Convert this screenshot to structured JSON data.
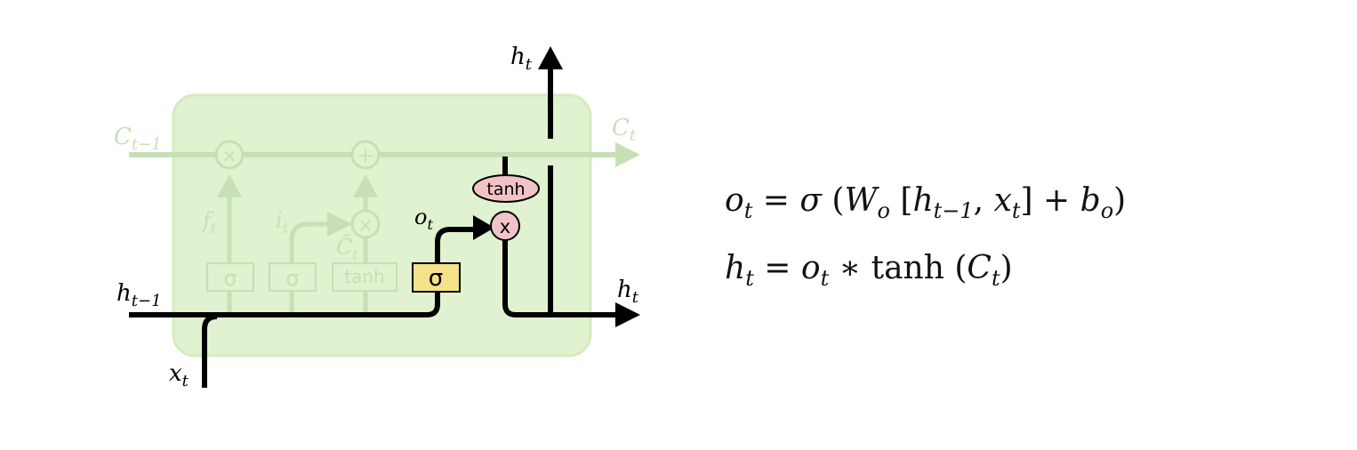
{
  "diagram": {
    "labels": {
      "c_prev": "C",
      "c_prev_sub": "t−1",
      "c_next": "C",
      "c_next_sub": "t",
      "h_top": "h",
      "h_top_sub": "t",
      "h_prev": "h",
      "h_prev_sub": "t−1",
      "h_right": "h",
      "h_right_sub": "t",
      "x_in": "x",
      "x_in_sub": "t",
      "f_gate": "f",
      "f_gate_sub": "t",
      "i_gate": "i",
      "i_gate_sub": "t",
      "c_tilde": "C̃",
      "c_tilde_sub": "t",
      "o_gate": "o",
      "o_gate_sub": "t"
    },
    "ops": {
      "multiply": "×",
      "add": "+",
      "multiply_active": "x",
      "tanh_active": "tanh"
    },
    "gates": {
      "sigma1": "σ",
      "sigma2": "σ",
      "tanh": "tanh",
      "sigma_active": "σ"
    },
    "colors": {
      "cell_bg": "#e0f2cf",
      "faded": "#c7dfb4",
      "active_gate": "#f5e28b",
      "pointwise_op": "#f2c3c6",
      "line": "#000000"
    }
  },
  "equations": {
    "eq1": {
      "o": "o",
      "o_sub": "t",
      "eq": " = ",
      "sigma": "σ",
      "lp": " (",
      "W": "W",
      "W_sub": "o",
      "lb": "  [",
      "h": "h",
      "h_sub": "t−1",
      "comma": ", ",
      "x": "x",
      "x_sub": "t",
      "rb": "]",
      "plus": "  +  ",
      "b": "b",
      "b_sub": "o",
      "rp": ")"
    },
    "eq2": {
      "h": "h",
      "h_sub": "t",
      "eq": " = ",
      "o": "o",
      "o_sub": "t",
      "star": " ∗ ",
      "tanh": "tanh",
      "lp": " (",
      "C": "C",
      "C_sub": "t",
      "rp": ")"
    }
  }
}
